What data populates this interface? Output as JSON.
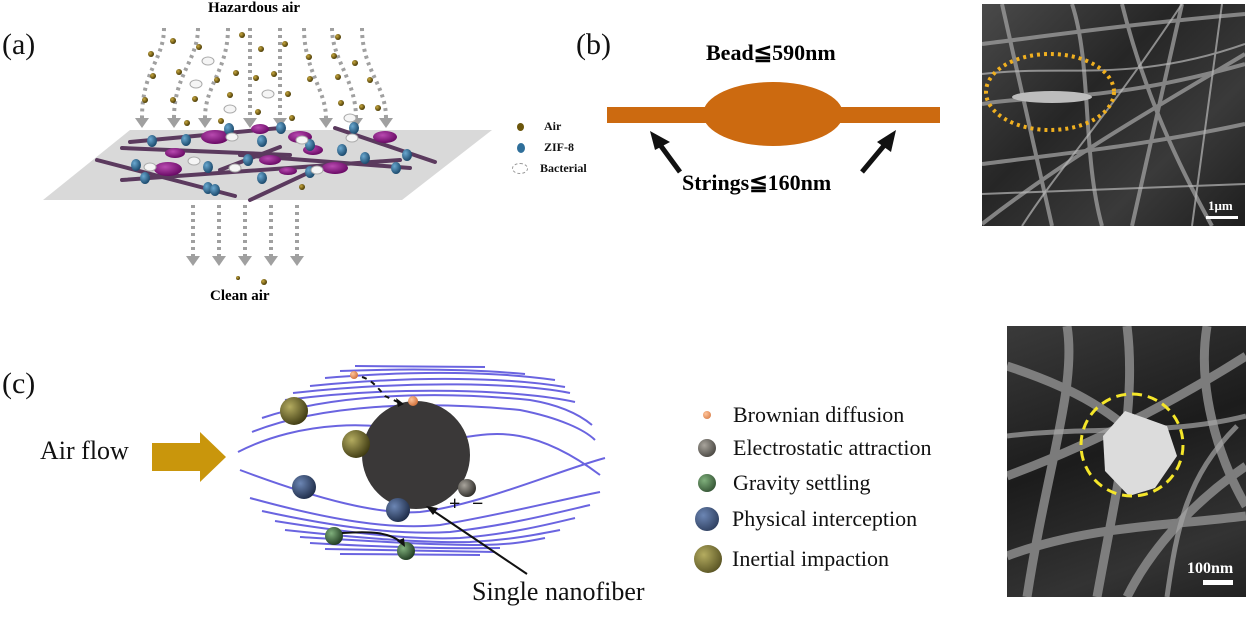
{
  "panels": {
    "a": {
      "label": "(a)",
      "top_text": "Hazardous air",
      "bottom_text": "Clean air",
      "legend": [
        {
          "key": "air",
          "label": "Air",
          "color": "#7a6410"
        },
        {
          "key": "zif8",
          "label": "ZIF-8",
          "color": "#2f6f9a"
        },
        {
          "key": "bacterial",
          "label": "Bacterial",
          "color": "#bbbbbb"
        }
      ],
      "colors": {
        "plane": "#d9d9d9",
        "fiber": "#5b3a5e",
        "bead": "#8e1a8a",
        "arrow": "#a0a0a0"
      }
    },
    "b": {
      "label": "(b)",
      "bead_label": "Bead≦590nm",
      "strings_label": "Strings≦160nm",
      "colors": {
        "fiber": "#cc6a10"
      },
      "sem_scale_bar": "1μm",
      "sem_highlight_color": "#f0b020"
    },
    "c": {
      "label": "(c)",
      "airflow_label": "Air flow",
      "fiber_label": "Single nanofiber",
      "charges": [
        "+",
        "−"
      ],
      "legend": [
        {
          "key": "brownian",
          "label": "Brownian diffusion",
          "color": "#f0905a"
        },
        {
          "key": "electrostatic",
          "label": "Electrostatic attraction",
          "color": "#6b6660"
        },
        {
          "key": "gravity",
          "label": "Gravity settling",
          "color": "#4a7a48"
        },
        {
          "key": "interception",
          "label": "Physical interception",
          "color": "#3d5580"
        },
        {
          "key": "inertial",
          "label": "Inertial impaction",
          "color": "#7b7328"
        }
      ],
      "colors": {
        "streamline": "#6a64e0",
        "fiber": "#3a3838",
        "arrow": "#c9960c"
      },
      "sem_scale_bar": "100nm",
      "sem_highlight_color": "#f5e62a"
    }
  }
}
